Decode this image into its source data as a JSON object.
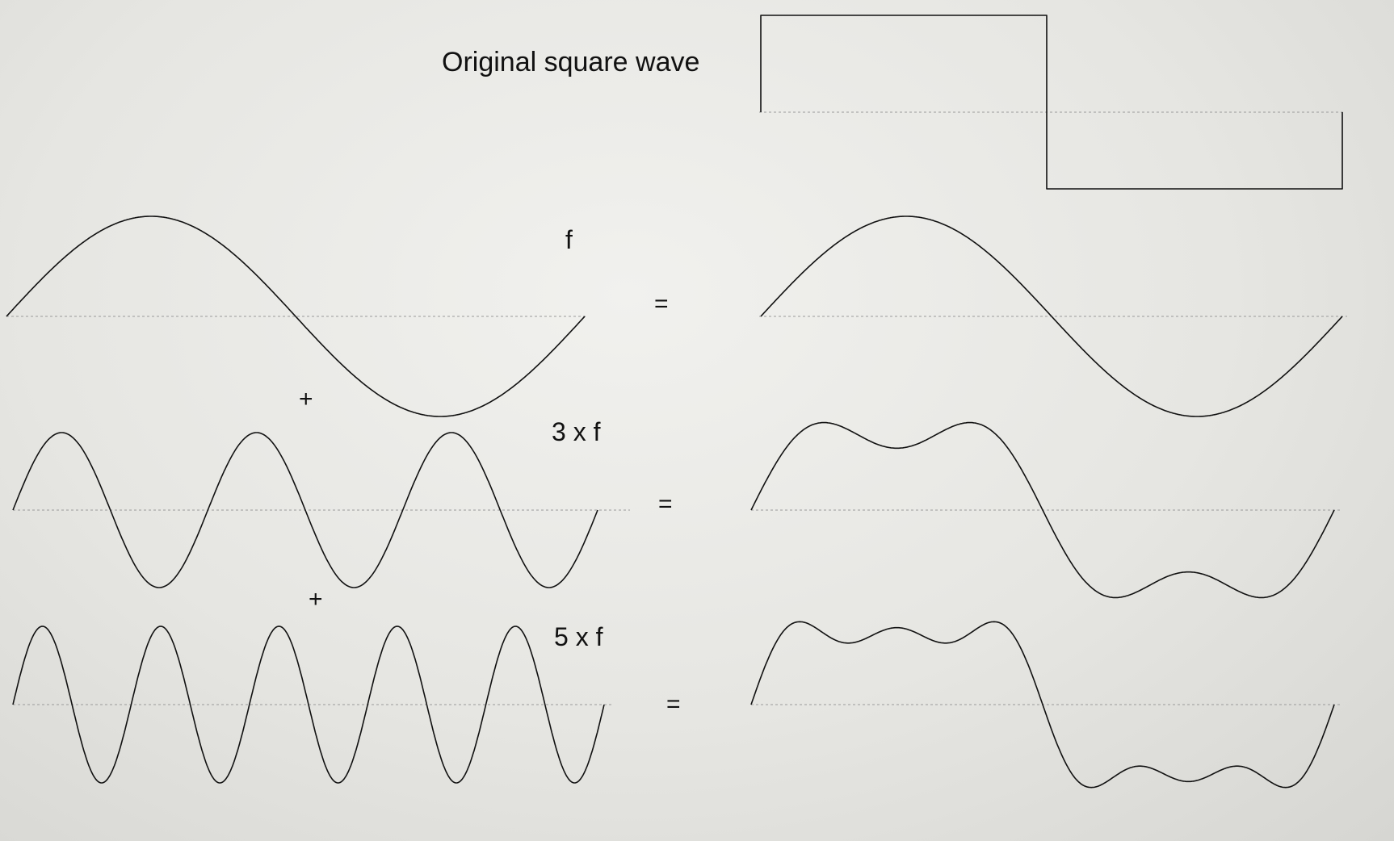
{
  "labels": {
    "original": "Original square wave",
    "f": "f",
    "three_f": "3 x f",
    "five_f": "5 x f",
    "plus_1": "+",
    "plus_2": "+",
    "equals_1": "=",
    "equals_2": "=",
    "equals_3": "="
  },
  "diagram": {
    "stroke_color": "#111111",
    "axis_color": "#9a9a9a",
    "harmonics": [
      1,
      3,
      5
    ]
  }
}
